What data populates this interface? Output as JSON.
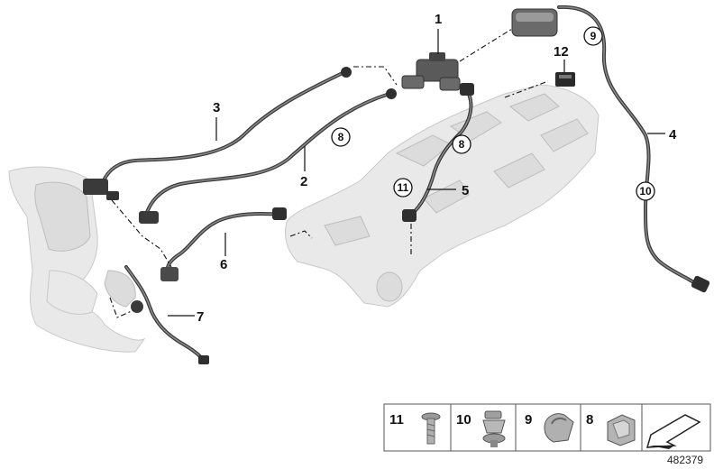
{
  "callouts": {
    "c1": "1",
    "c2": "2",
    "c3": "3",
    "c4": "4",
    "c5": "5",
    "c6": "6",
    "c7": "7",
    "c12": "12"
  },
  "circled_refs": {
    "r9": "9",
    "r8a": "8",
    "r8b": "8",
    "r11": "11",
    "r10": "10"
  },
  "legend": [
    {
      "number": "11"
    },
    {
      "number": "10"
    },
    {
      "number": "9"
    },
    {
      "number": "8"
    }
  ],
  "reference_number": "482379"
}
